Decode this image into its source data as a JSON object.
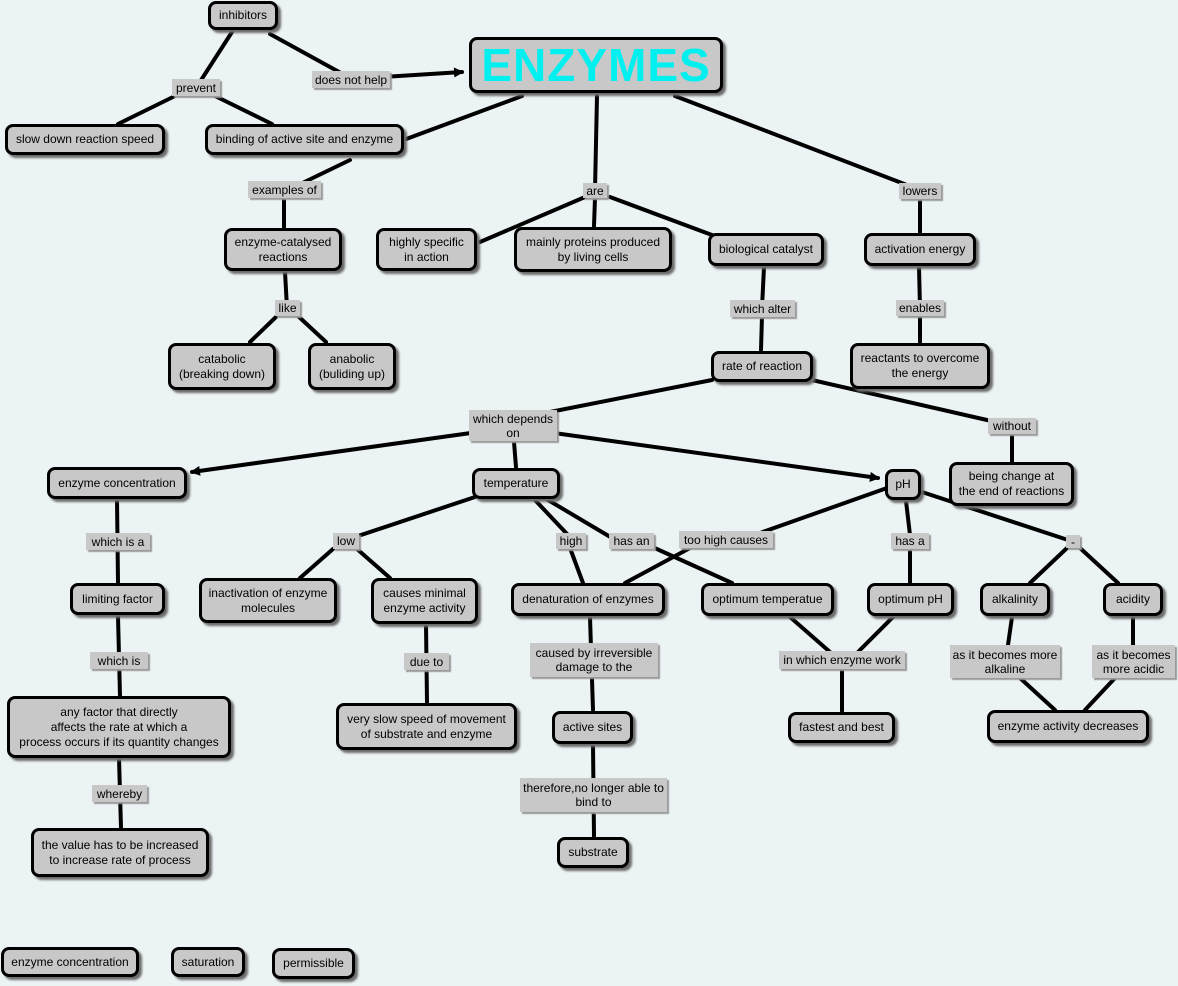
{
  "colors": {
    "background": "#ecf3f4",
    "node_fill": "#c8c8c8",
    "border": "#000000",
    "title": "#00f0f0"
  },
  "nodes": {
    "inhibitors": "inhibitors",
    "enzymes": "ENZYMES",
    "slow_down": "slow down reaction speed",
    "binding": "binding of active site and enzyme",
    "enzyme_catalysed": "enzyme-catalysed\nreactions",
    "highly_specific": "highly specific\nin action",
    "mainly_proteins": "mainly proteins produced\nby living cells",
    "bio_catalyst": "biological catalyst",
    "activation_energy": "activation energy",
    "catabolic": "catabolic\n(breaking down)",
    "anabolic": "anabolic\n(buliding up)",
    "rate_of_reaction": "rate of reaction",
    "reactants": "reactants to overcome\nthe energy",
    "being_change": "being change at\nthe end of reactions",
    "enzyme_concentration": "enzyme concentration",
    "temperature": "temperature",
    "ph": "pH",
    "limiting_factor": "limiting factor",
    "inactivation": "inactivation of enzyme\nmolecules",
    "causes_minimal": "causes minimal\nenzyme activity",
    "denaturation": "denaturation of enzymes",
    "optimum_temp": "optimum temperatue",
    "optimum_ph": "optimum pH",
    "alkalinity": "alkalinity",
    "acidity": "acidity",
    "any_factor": "any factor that directly\naffects the rate at which a\nprocess occurs if its quantity changes",
    "very_slow": "very slow speed of movement\nof substrate and enzyme",
    "active_sites": "active sites",
    "fastest": "fastest and best",
    "activity_decreases": "enzyme activity decreases",
    "value_increased": "the value has to be increased\nto increase rate of process",
    "substrate": "substrate",
    "legend_enzyme_conc": "enzyme concentration",
    "legend_saturation": "saturation",
    "legend_permissible": "permissible"
  },
  "labels": {
    "prevent": "prevent",
    "does_not_help": "does not help",
    "examples_of": "examples of",
    "are": "are",
    "lowers": "lowers",
    "like": "like",
    "which_alter": "which alter",
    "enables": "enables",
    "which_depends_on": "which depends\non",
    "without": "without",
    "which_is_a": "which is a",
    "low": "low",
    "high": "high",
    "has_an": "has an",
    "too_high_causes": "too high causes",
    "has_a": "has a",
    "dash": "-",
    "which_is": "which is",
    "due_to": "due to",
    "caused_by": "caused by irreversible\ndamage to the",
    "in_which": "in which enzyme work",
    "as_alkaline": "as it becomes more\nalkaline",
    "as_acidic": "as it becomes\nmore acidic",
    "whereby": "whereby",
    "therefore": "therefore,no longer able to\nbind to"
  }
}
